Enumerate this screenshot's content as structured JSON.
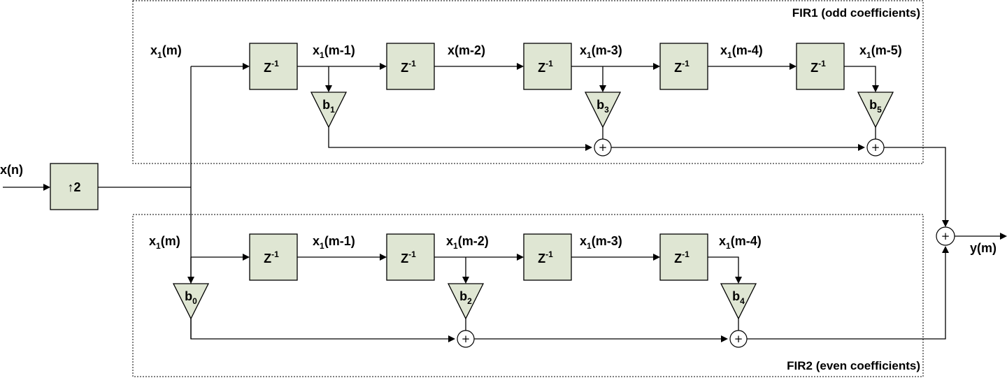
{
  "diagram": {
    "fir1_title": "FIR1 (odd coefficients)",
    "fir2_title": "FIR2 (even coefficients)",
    "input_label": "x(n)",
    "upsampler_label": "↑2",
    "output_label": "y(m)",
    "delay_label": "Z",
    "delay_exponent": "-1",
    "signal_base": "x",
    "signal_subscript": "1",
    "coef_base": "b",
    "sum_symbol": "+",
    "fir1": {
      "taps": [
        "(m)",
        "(m-1)",
        "(m-2)",
        "(m-3)",
        "(m-4)",
        "(m-5)"
      ],
      "coefficients": [
        "1",
        "3",
        "5"
      ]
    },
    "fir2": {
      "taps": [
        "(m)",
        "(m-1)",
        "(m-2)",
        "(m-3)",
        "(m-4)"
      ],
      "coefficients": [
        "0",
        "2",
        "4"
      ]
    }
  }
}
